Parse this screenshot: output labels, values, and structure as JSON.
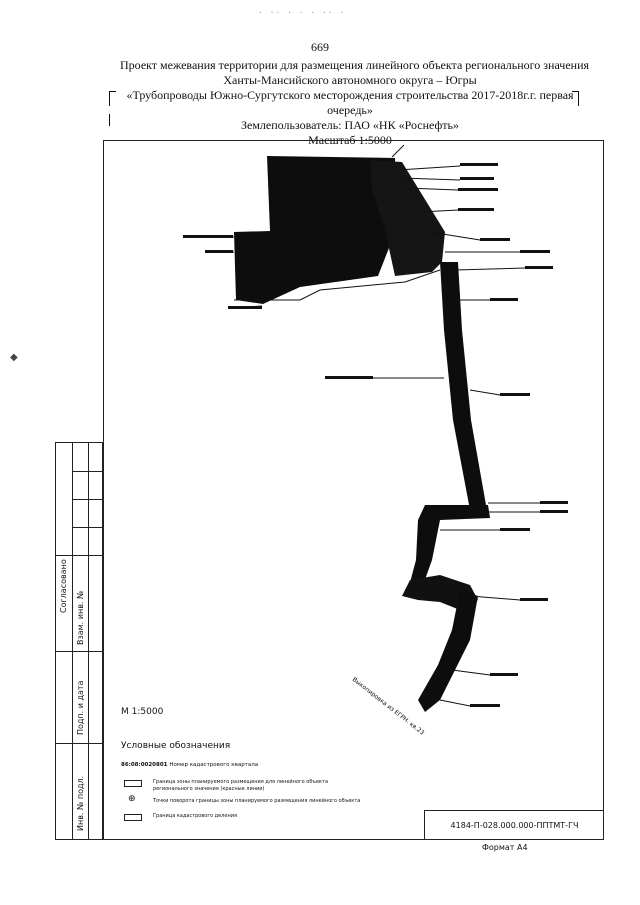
{
  "page_number": "669",
  "title": {
    "line1": "Проект  межевания территории для размещения линейного объекта регионального значения",
    "line2": "Ханты-Мансийского автономного округа – Югры",
    "line3": "«Трубопроводы Южно-Сургутского месторождения строительства 2017-2018г.г. первая",
    "line4": "очередь»",
    "line5": "Землепользователь: ПАО «НК «Роснефть»",
    "line6": "Масштаб 1:5000"
  },
  "sidebar": {
    "agreed": "Согласовано",
    "inv_no_vz": "Взам. инв. №",
    "sign_date": "Подп. и дата",
    "inv_no_orig": "Инв. № подл."
  },
  "map": {
    "scale": "М 1:5000",
    "route_label": "Выкопировка из ЕГРН. кв.23",
    "colors": {
      "fill": "#0d0d0d",
      "line": "#111111"
    }
  },
  "legend": {
    "title": "Условные обозначения",
    "cadastral_code": "86:08:0020801",
    "cadastral_code_desc": "Номер кадастрового квартала",
    "item1_line1": "Граница зоны планируемого размещения для линейного объекта",
    "item1_line2": "регионального значения (красные линии)",
    "item2": "Точки поворота границы зоны планируемого размещения линейного объекта",
    "item3": "Граница кадастрового деления"
  },
  "stamp": {
    "code": "4184-П-028.000.000-ППТМТ-ГЧ"
  },
  "format": "Формат А4"
}
